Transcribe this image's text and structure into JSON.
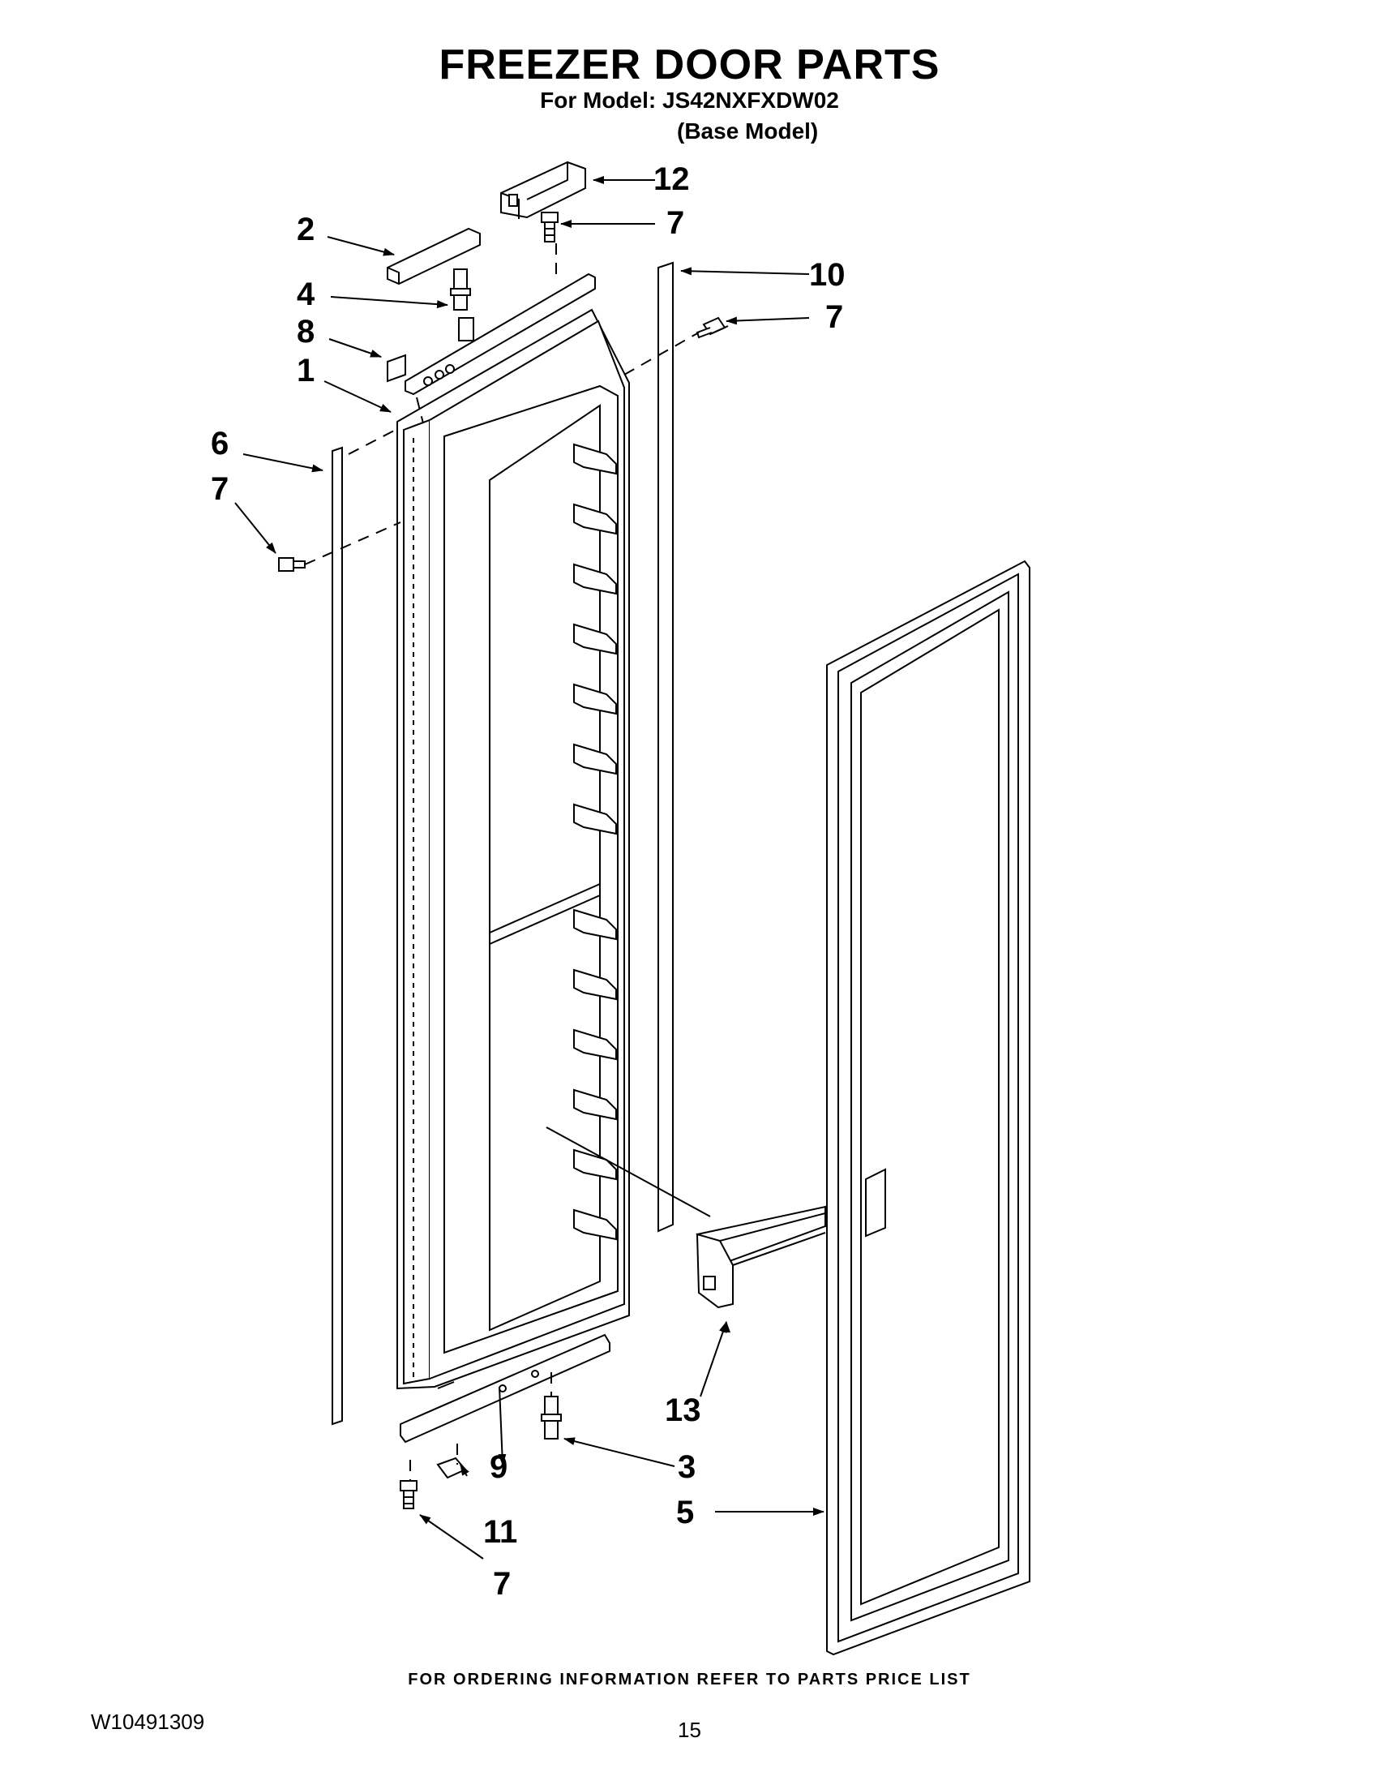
{
  "header": {
    "title": "FREEZER DOOR PARTS",
    "model_line": "For Model: JS42NXFXDW02",
    "base_model": "(Base Model)"
  },
  "callouts": {
    "c1": "1",
    "c2": "2",
    "c3": "3",
    "c4": "4",
    "c5": "5",
    "c6": "6",
    "c7a": "7",
    "c7b": "7",
    "c7c": "7",
    "c7d": "7",
    "c8": "8",
    "c9": "9",
    "c10": "10",
    "c11": "11",
    "c12": "12",
    "c13": "13"
  },
  "footer": {
    "ordering_note": "FOR ORDERING INFORMATION REFER TO PARTS PRICE LIST",
    "document_number": "W10491309",
    "page_number": "15"
  }
}
